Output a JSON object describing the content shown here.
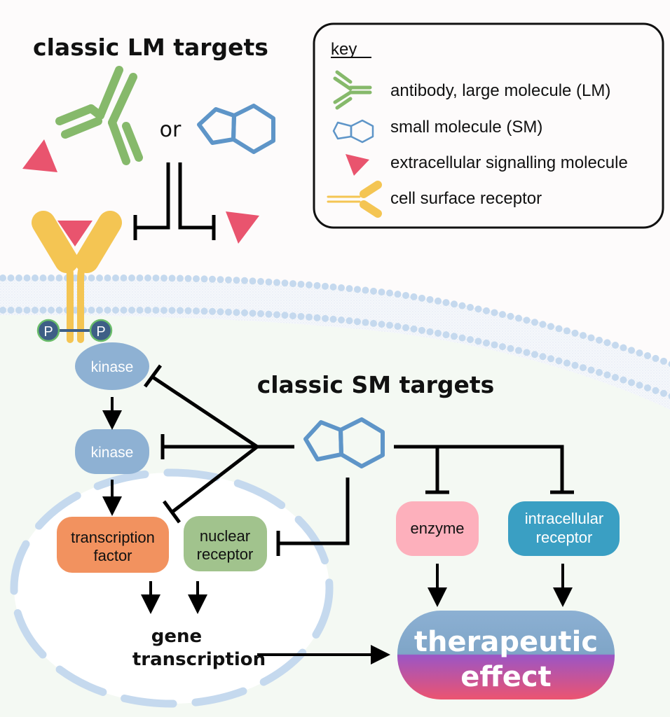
{
  "titles": {
    "lm": "classic LM targets",
    "sm": "classic SM targets",
    "or": "or"
  },
  "key": {
    "heading": "key",
    "items": [
      {
        "icon": "antibody-icon",
        "label": "antibody, large molecule (LM)"
      },
      {
        "icon": "small-molecule-icon",
        "label": "small molecule (SM)"
      },
      {
        "icon": "signalling-molecule-icon",
        "label": "extracellular signalling molecule"
      },
      {
        "icon": "receptor-icon",
        "label": "cell surface receptor"
      }
    ]
  },
  "nodes": {
    "phospho": "P",
    "kinase_1": "kinase",
    "kinase_2": "kinase",
    "transcription_factor": [
      "transcription",
      "factor"
    ],
    "nuclear_receptor": [
      "nuclear",
      "receptor"
    ],
    "enzyme": "enzyme",
    "intracellular_receptor": [
      "intracellular",
      "receptor"
    ],
    "gene_transcription": [
      "gene",
      "transcription"
    ],
    "therapeutic_effect": [
      "therapeutic",
      "effect"
    ]
  },
  "colors": {
    "extracellular_bg": "#fdfbfb",
    "intracellular_bg": "#f4f9f3",
    "membrane": "#c5d9ee",
    "antibody": "#86b96b",
    "small_molecule": "#5e95c8",
    "signal": "#e9546e",
    "receptor": "#f4c553",
    "phospho": "#3e5f86",
    "phospho_ring": "#6abd6a",
    "kinase": "#8eb1d3",
    "transcription_factor": "#f2925f",
    "nuclear_receptor": "#a1c38d",
    "enzyme": "#fdb0bc",
    "intracellular_receptor": "#3a9fc3",
    "therapeutic_top": "#8cb0d3",
    "therapeutic_mid": "#9b55c5",
    "therapeutic_bottom": "#ec5470"
  }
}
